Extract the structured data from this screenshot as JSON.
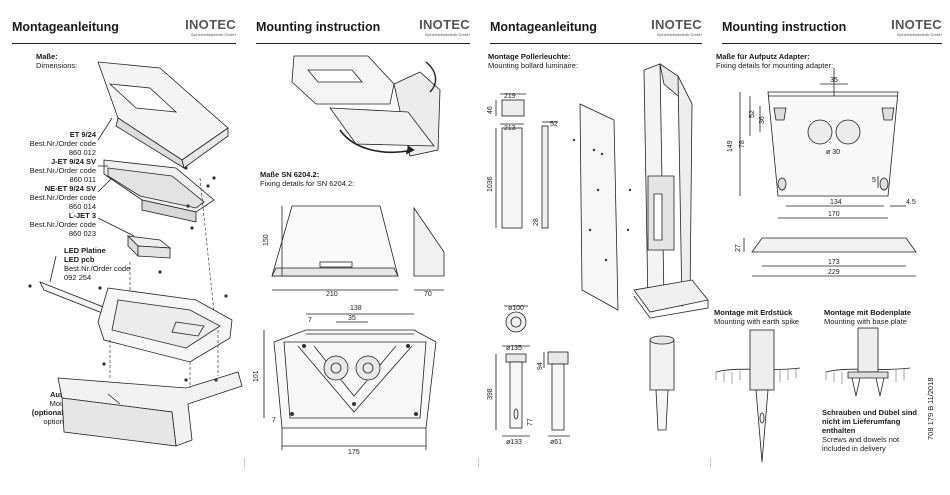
{
  "brand": {
    "name": "INOTEC",
    "sub": "Sicherheitstechnik GmbH"
  },
  "panel1": {
    "title": "Montageanleitung",
    "dims_de": "Maße:",
    "dims_en": "Dimensions:",
    "products": [
      {
        "name": "ET 9/24",
        "label": "Best.Nr./Order code",
        "code": "860 012"
      },
      {
        "name": "J-ET 9/24 SV",
        "label": "Best.Nr./Order code",
        "code": "860 011"
      },
      {
        "name": "NE-ET  9/24 SV",
        "label": "Best.Nr./Order code",
        "code": "860 014"
      },
      {
        "name": "L-JET 3",
        "label": "Best.Nr./Order code",
        "code": "860 023"
      }
    ],
    "led": {
      "name_de": "LED Platine",
      "name_en": "LED pcb",
      "label": "Best.Nr./Order code",
      "code": "092 254"
    },
    "adapter": {
      "de": "Aufputz Adapter",
      "en": "Mounting adapter",
      "opt_de": "(optionales Zubehör /",
      "opt_en": "optional accessory)"
    }
  },
  "panel2": {
    "title": "Mounting instruction",
    "sn_de": "Maße SN 6204.2:",
    "sn_en": "Fixing details for SN 6204.2:",
    "dims": {
      "h": "150",
      "w": "210",
      "d": "70",
      "top": "138",
      "mid": "35",
      "side": "101",
      "bottom": "175",
      "s1": "7",
      "s2": "7"
    }
  },
  "panel3": {
    "title": "Montageanleitung",
    "bollard_de": "Montage Pollerleuchte:",
    "bollard_en": "Mounting bollard luminaire:",
    "dims": {
      "a": "219",
      "b": "46",
      "c": "213",
      "d": "52",
      "e": "1036",
      "f": "28",
      "g": "ø100",
      "h": "ø135",
      "i": "398",
      "j": "94",
      "k": "77",
      "l": "ø133",
      "m": "ø61"
    }
  },
  "panel4": {
    "title": "Mounting instruction",
    "adapter_de": "Maße für Aufputz Adapter:",
    "adapter_en": "Fixing details for mounting adapter:",
    "dims": {
      "a": "35",
      "b": "52",
      "c": "36",
      "d": "78",
      "e": "149",
      "f": "ø 30",
      "g": "5",
      "h": "134",
      "i": "4.5",
      "j": "170",
      "k": "27",
      "l": "173",
      "m": "229"
    },
    "spike_de": "Montage mit Erdstück",
    "spike_en": "Mounting with earth spike",
    "base_de": "Montage mit Bodenplate",
    "base_en": "Mounting with base plate",
    "screws_de": "Schrauben und Dübel sind nicht im Lieferumfang enthalten",
    "screws_en": "Screws and dowels not included in delivery",
    "doc_no": "708 179 B",
    "date": "11/2018"
  }
}
